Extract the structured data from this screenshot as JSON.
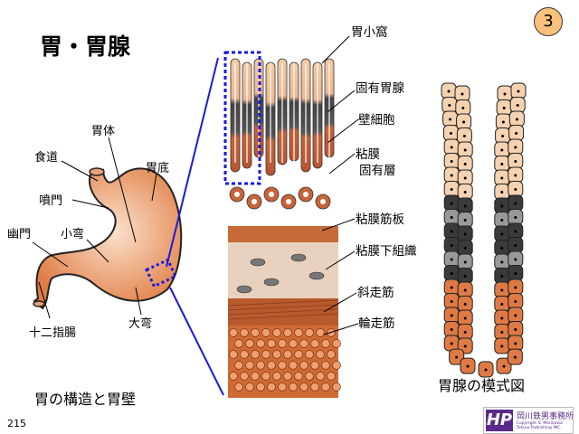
{
  "title": "胃・胃腺",
  "slide_number": "3",
  "page_number": "215",
  "stomach_labels": {
    "body": "胃体",
    "esophagus": "食道",
    "fundus": "胃底",
    "cardia": "噴門",
    "pylorus": "幽門",
    "lesser_curvature": "小弯",
    "duodenum": "十二指腸",
    "greater_curvature": "大弯"
  },
  "wall_labels": {
    "gastric_pit": "胃小窩",
    "gastric_gland": "固有胃腺",
    "parietal_cell": "壁細胞",
    "lamina_propria_1": "粘膜",
    "lamina_propria_2": "固有層",
    "muscularis_mucosae": "粘膜筋板",
    "submucosa": "粘膜下組織",
    "oblique_muscle": "斜走筋",
    "circular_muscle": "輪走筋"
  },
  "captions": {
    "stomach": "胃の構造と胃壁",
    "gland": "胃腺の模式図"
  },
  "logo": {
    "letters": "HP",
    "name": "岡川鉄男事務所",
    "copyright": "Copyright © Morikawa Tetsuo Publishing INC."
  },
  "colors": {
    "accent_blue": "#1a1adb",
    "badge": "#f8c27c",
    "stomach": "#e8955e",
    "logo_purple": "#5a2a8a"
  }
}
